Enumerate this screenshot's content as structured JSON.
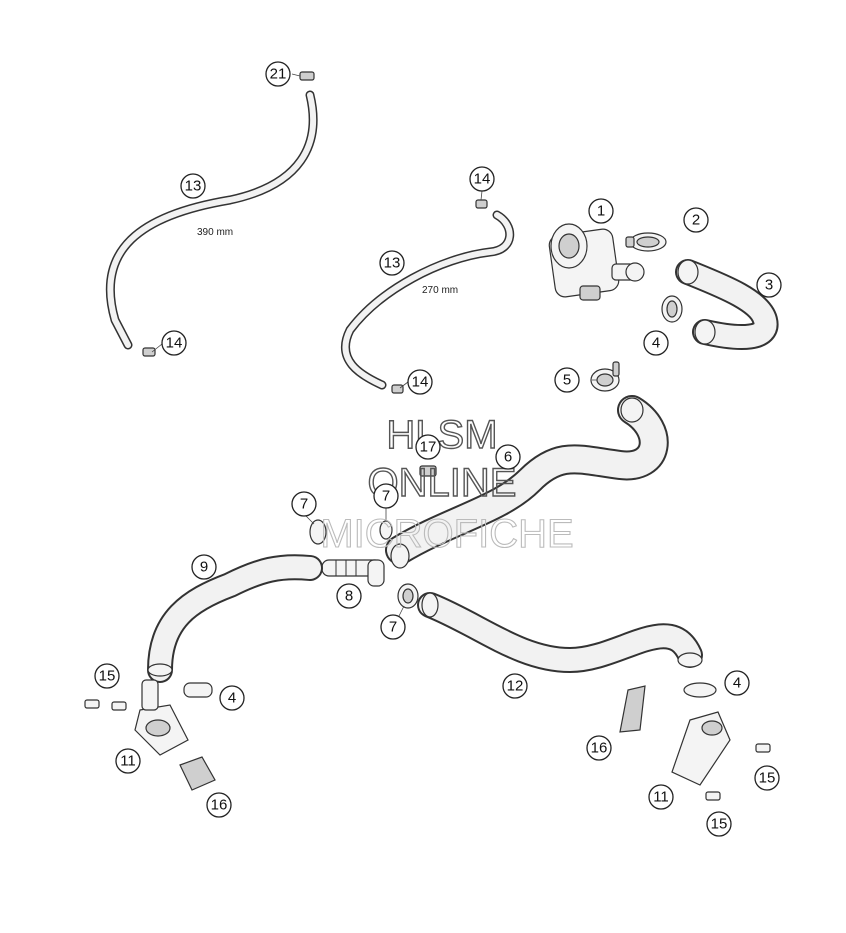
{
  "watermark": {
    "line1": "HLSM",
    "line2": "ONLINE",
    "line3": "MICROFICHE"
  },
  "dimensions": {
    "hose_long": "390 mm",
    "hose_short": "270 mm"
  },
  "callouts": [
    {
      "id": "c21",
      "label": "21"
    },
    {
      "id": "c13a",
      "label": "13"
    },
    {
      "id": "c14a",
      "label": "14"
    },
    {
      "id": "c14b",
      "label": "14"
    },
    {
      "id": "c13b",
      "label": "13"
    },
    {
      "id": "c14c",
      "label": "14"
    },
    {
      "id": "c1",
      "label": "1"
    },
    {
      "id": "c2",
      "label": "2"
    },
    {
      "id": "c3",
      "label": "3"
    },
    {
      "id": "c4a",
      "label": "4"
    },
    {
      "id": "c5",
      "label": "5"
    },
    {
      "id": "c6",
      "label": "6"
    },
    {
      "id": "c17",
      "label": "17"
    },
    {
      "id": "c7a",
      "label": "7"
    },
    {
      "id": "c7b",
      "label": "7"
    },
    {
      "id": "c7c",
      "label": "7"
    },
    {
      "id": "c9",
      "label": "9"
    },
    {
      "id": "c8",
      "label": "8"
    },
    {
      "id": "c12",
      "label": "12"
    },
    {
      "id": "c15a",
      "label": "15"
    },
    {
      "id": "c4b",
      "label": "4"
    },
    {
      "id": "c11a",
      "label": "11"
    },
    {
      "id": "c16a",
      "label": "16"
    },
    {
      "id": "c4c",
      "label": "4"
    },
    {
      "id": "c16b",
      "label": "16"
    },
    {
      "id": "c15b",
      "label": "15"
    },
    {
      "id": "c11b",
      "label": "11"
    },
    {
      "id": "c15c",
      "label": "15"
    }
  ]
}
